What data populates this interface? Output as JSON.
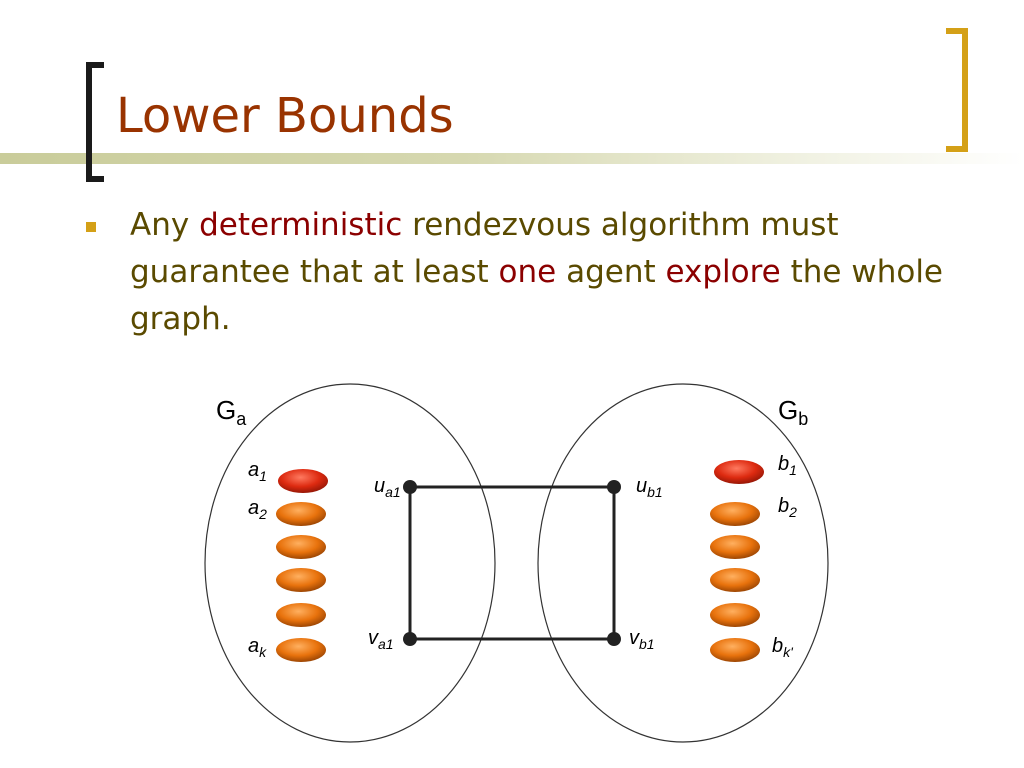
{
  "slide": {
    "title": "Lower Bounds",
    "bullet": {
      "parts": [
        {
          "text": "Any ",
          "highlight": false
        },
        {
          "text": "deterministic",
          "highlight": true
        },
        {
          "text": " rendezvous algorithm must guarantee that at least ",
          "highlight": false
        },
        {
          "text": "one",
          "highlight": true
        },
        {
          "text": " agent ",
          "highlight": false
        },
        {
          "text": "explore",
          "highlight": true
        },
        {
          "text": " the whole graph.",
          "highlight": false
        }
      ]
    }
  },
  "diagram": {
    "graph_left": {
      "label": "G",
      "sub": "a"
    },
    "graph_right": {
      "label": "G",
      "sub": "b"
    },
    "nodes": {
      "u_a1": {
        "label": "u",
        "sub": "a1"
      },
      "v_a1": {
        "label": "v",
        "sub": "a1"
      },
      "u_b1": {
        "label": "u",
        "sub": "b1"
      },
      "v_b1": {
        "label": "v",
        "sub": "b1"
      }
    },
    "agents_left": {
      "labels": [
        {
          "label": "a",
          "sub": "1"
        },
        {
          "label": "a",
          "sub": "2"
        },
        {
          "label": "a",
          "sub": "k"
        }
      ]
    },
    "agents_right": {
      "labels": [
        {
          "label": "b",
          "sub": "1"
        },
        {
          "label": "b",
          "sub": "2"
        },
        {
          "label": "b",
          "sub": "k'"
        }
      ]
    },
    "colors": {
      "agent_active": "#dd2a10",
      "agent_idle": "#e8720c",
      "title": "#993300",
      "bullet_text": "#5a4a00",
      "highlight": "#8b0000",
      "bullet_marker": "#d4a017"
    }
  }
}
